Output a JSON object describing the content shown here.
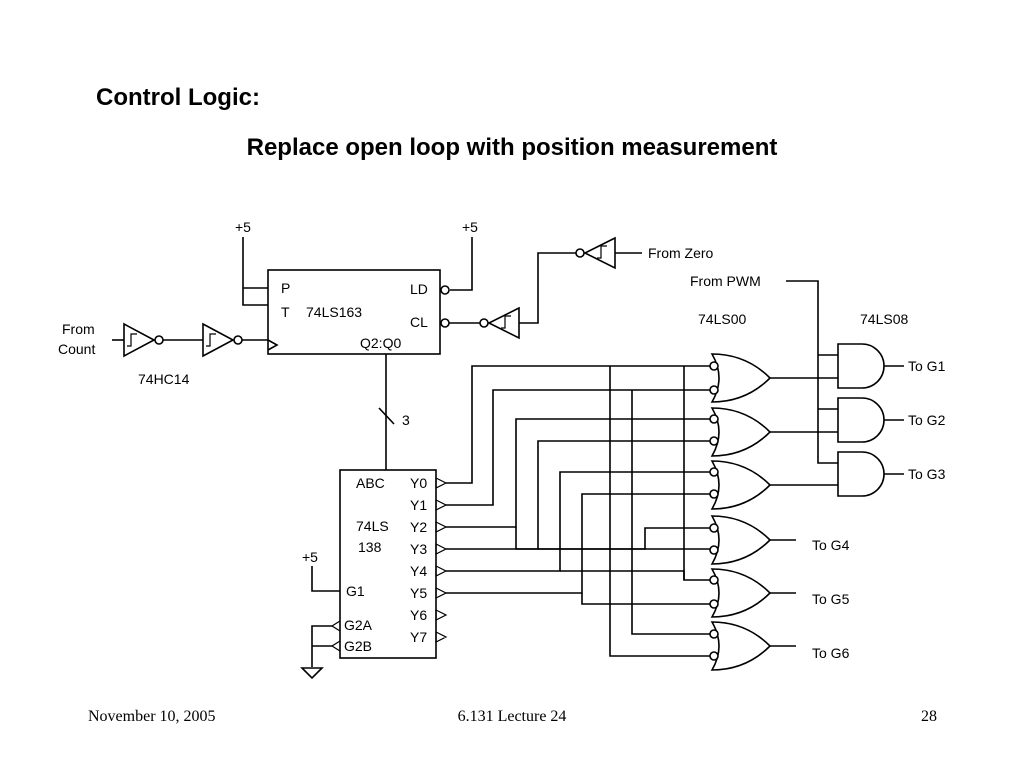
{
  "slide": {
    "title": "Control Logic:",
    "subtitle": "Replace open loop with position measurement"
  },
  "diagram": {
    "labels": {
      "vcc1": "+5",
      "vcc2": "+5",
      "vcc3": "+5",
      "from_count_1": "From",
      "from_count_2": "Count",
      "inv_part": "74HC14",
      "counter_p": "P",
      "counter_t": "T",
      "counter_part": "74LS163",
      "counter_ld": "LD",
      "counter_cl": "CL",
      "counter_q": "Q2:Q0",
      "from_zero": "From Zero",
      "from_pwm": "From PWM",
      "nand_part": "74LS00",
      "and_part": "74LS08",
      "bus_width": "3",
      "dec_abc": "ABC",
      "dec_part1": "74LS",
      "dec_part2": "138",
      "dec_g1": "G1",
      "dec_g2a": "G2A",
      "dec_g2b": "G2B",
      "y0": "Y0",
      "y1": "Y1",
      "y2": "Y2",
      "y3": "Y3",
      "y4": "Y4",
      "y5": "Y5",
      "y6": "Y6",
      "y7": "Y7",
      "to_g1": "To G1",
      "to_g2": "To G2",
      "to_g3": "To G3",
      "to_g4": "To G4",
      "to_g5": "To G5",
      "to_g6": "To G6"
    }
  },
  "footer": {
    "date": "November 10, 2005",
    "course": "6.131 Lecture 24",
    "page": "28"
  }
}
